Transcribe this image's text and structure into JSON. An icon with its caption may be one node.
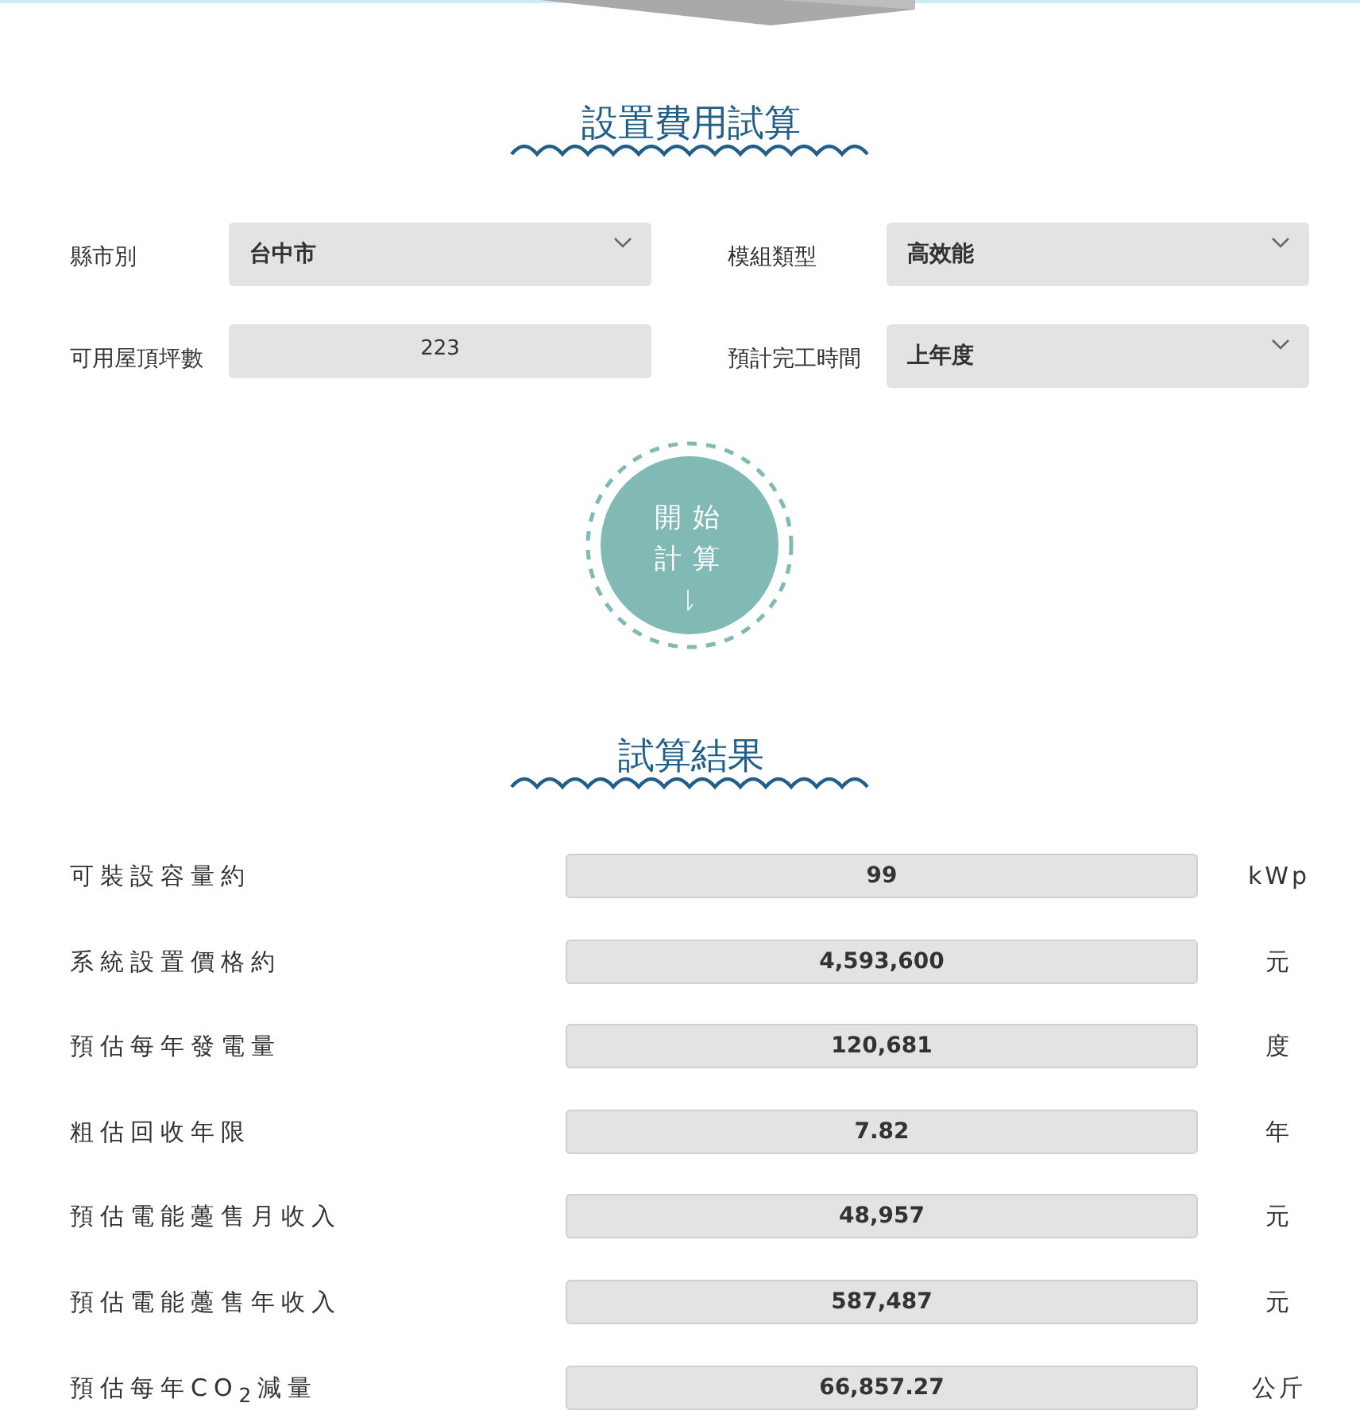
{
  "diagram": {
    "title": "設置費用試算",
    "nodes": [
      {
        "text": [
          "開始計算"
        ]
      }
    ],
    "labels": [
      "縣市別",
      "台中市",
      "模組類型",
      "高效能",
      "可用屋頂坪數",
      "223",
      "預計完工時間",
      "上年度",
      "試算結果",
      "可裝設容量約",
      "99",
      "kWp",
      "系統設置價格約",
      "4,593,600",
      "元",
      "預估每年發電量",
      "120,681",
      "度",
      "粗估回收年限",
      "7.82",
      "年",
      "預估電能躉售月收入",
      "48,957",
      "元",
      "預估電能躉售年收入",
      "587,487",
      "元",
      "預估每年CO$_{2}$減量",
      "66,857.27",
      "公斤"
    ]
  }
}
